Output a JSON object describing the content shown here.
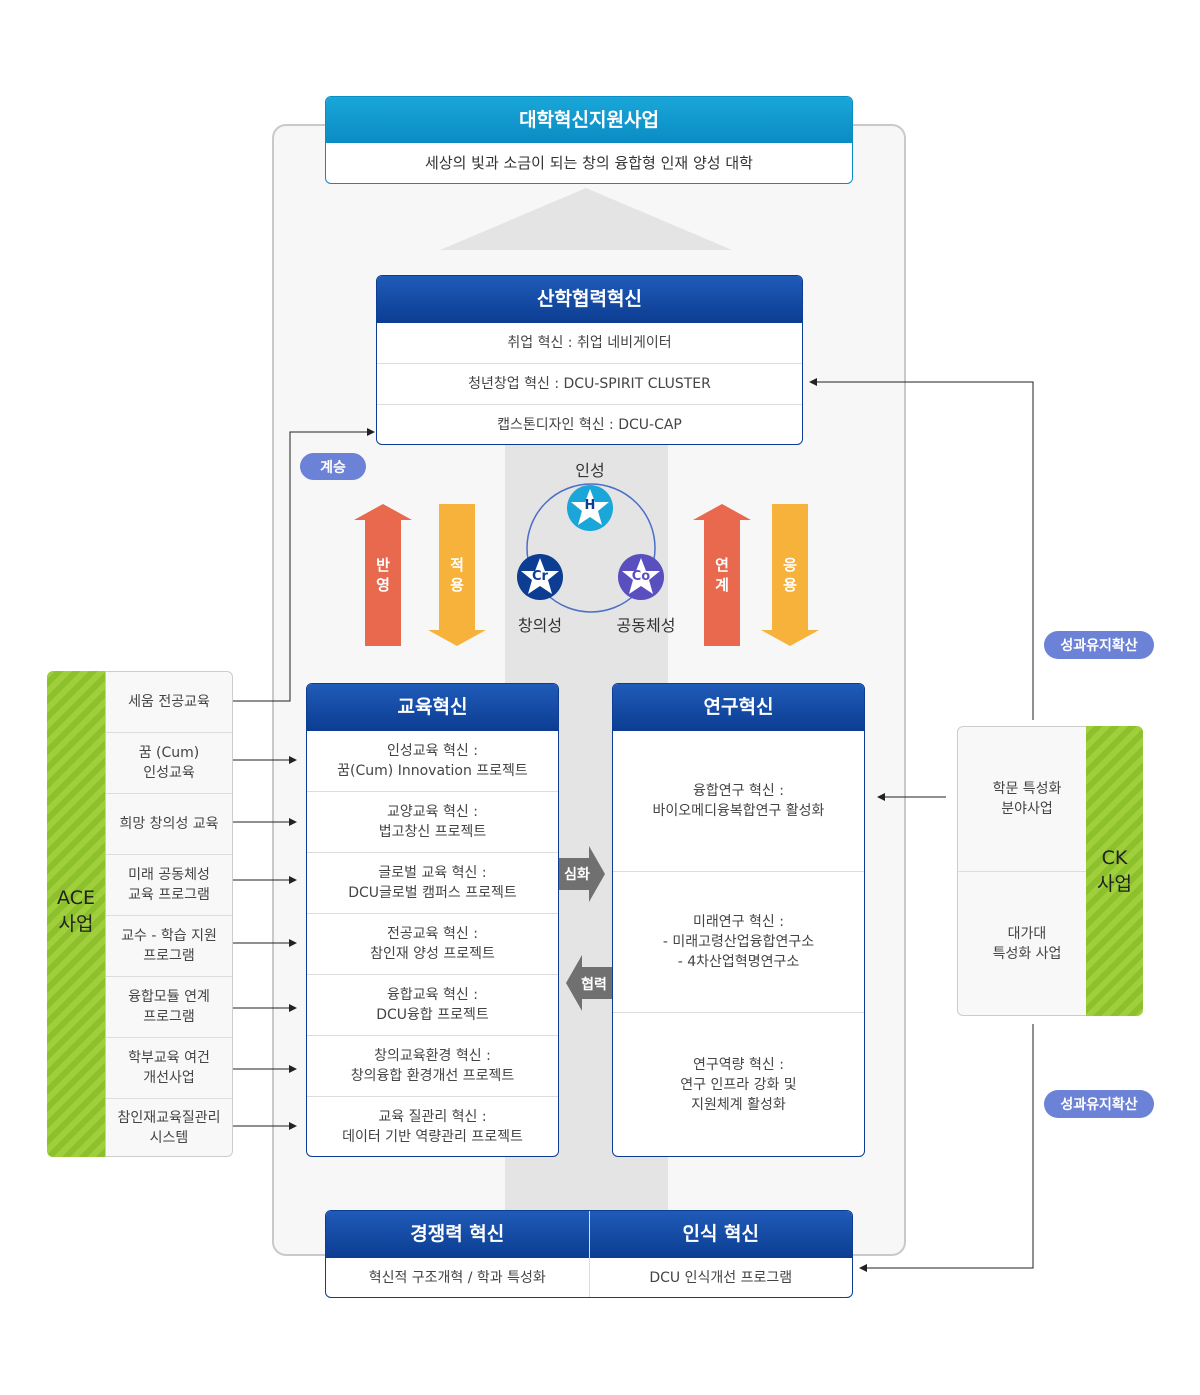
{
  "top": {
    "title": "대학혁신지원사업",
    "subtitle": "세상의 빛과 소금이 되는 창의 융합형 인재 양성 대학"
  },
  "industry": {
    "title": "산학협력혁신",
    "items": [
      "취업 혁신 : 취업 네비게이터",
      "청년창업 혁신 : DCU-SPIRIT CLUSTER",
      "캡스톤디자인 혁신 : DCU-CAP"
    ]
  },
  "inherit_label": "계승",
  "triangle": {
    "top_label": "인성",
    "top_symbol": "H",
    "left_label": "창의성",
    "left_symbol": "Cr",
    "right_label": "공동체성",
    "right_symbol": "Co"
  },
  "arrows": {
    "reflect": "반\n영",
    "apply": "적\n용",
    "connect": "연\n계",
    "use": "응\n용",
    "deepen": "심화",
    "cooperate": "협력"
  },
  "education": {
    "title": "교육혁신",
    "items": [
      "인성교육 혁신 :\n꿈(Cum) Innovation 프로젝트",
      "교양교육 혁신 :\n법고창신 프로젝트",
      "글로벌 교육 혁신 :\nDCU글로벌 캠퍼스 프로젝트",
      "전공교육 혁신 :\n참인재 양성 프로젝트",
      "융합교육 혁신 :\nDCU융합 프로젝트",
      "창의교육환경 혁신 :\n창의융합 환경개선 프로젝트",
      "교육 질관리 혁신 :\n데이터 기반 역량관리 프로젝트"
    ]
  },
  "research": {
    "title": "연구혁신",
    "items": [
      "융합연구 혁신 :\n바이오메디융복합연구 활성화",
      "미래연구 혁신 :\n- 미래고령산업융합연구소\n- 4차산업혁명연구소",
      "연구역량 혁신 :\n연구 인프라 강화 및\n지원체계 활성화"
    ]
  },
  "ace": {
    "title": "ACE\n사업",
    "items": [
      "세움 전공교육",
      "꿈 (Cum)\n인성교육",
      "희망 창의성 교육",
      "미래 공동체성\n교육 프로그램",
      "교수 - 학습 지원\n프로그램",
      "융합모듈 연계\n프로그램",
      "학부교육 여건\n개선사업",
      "참인재교육질관리\n시스템"
    ]
  },
  "ck": {
    "title": "CK\n사업",
    "items": [
      "학문 특성화\n분야사업",
      "대가대\n특성화 사업"
    ]
  },
  "spread_label_1": "성과유지확산",
  "spread_label_2": "성과유지확산",
  "bottom": {
    "left_title": "경쟁력 혁신",
    "left_desc": "혁신적 구조개혁 / 학과 특성화",
    "right_title": "인식 혁신",
    "right_desc": "DCU 인식개선 프로그램"
  },
  "colors": {
    "blue": "#0c3d92",
    "cyan": "#0a8cc4",
    "orange": "#e8694e",
    "yellow": "#f7b23b",
    "green": "#8cc02c",
    "pill": "#6b82d6"
  }
}
